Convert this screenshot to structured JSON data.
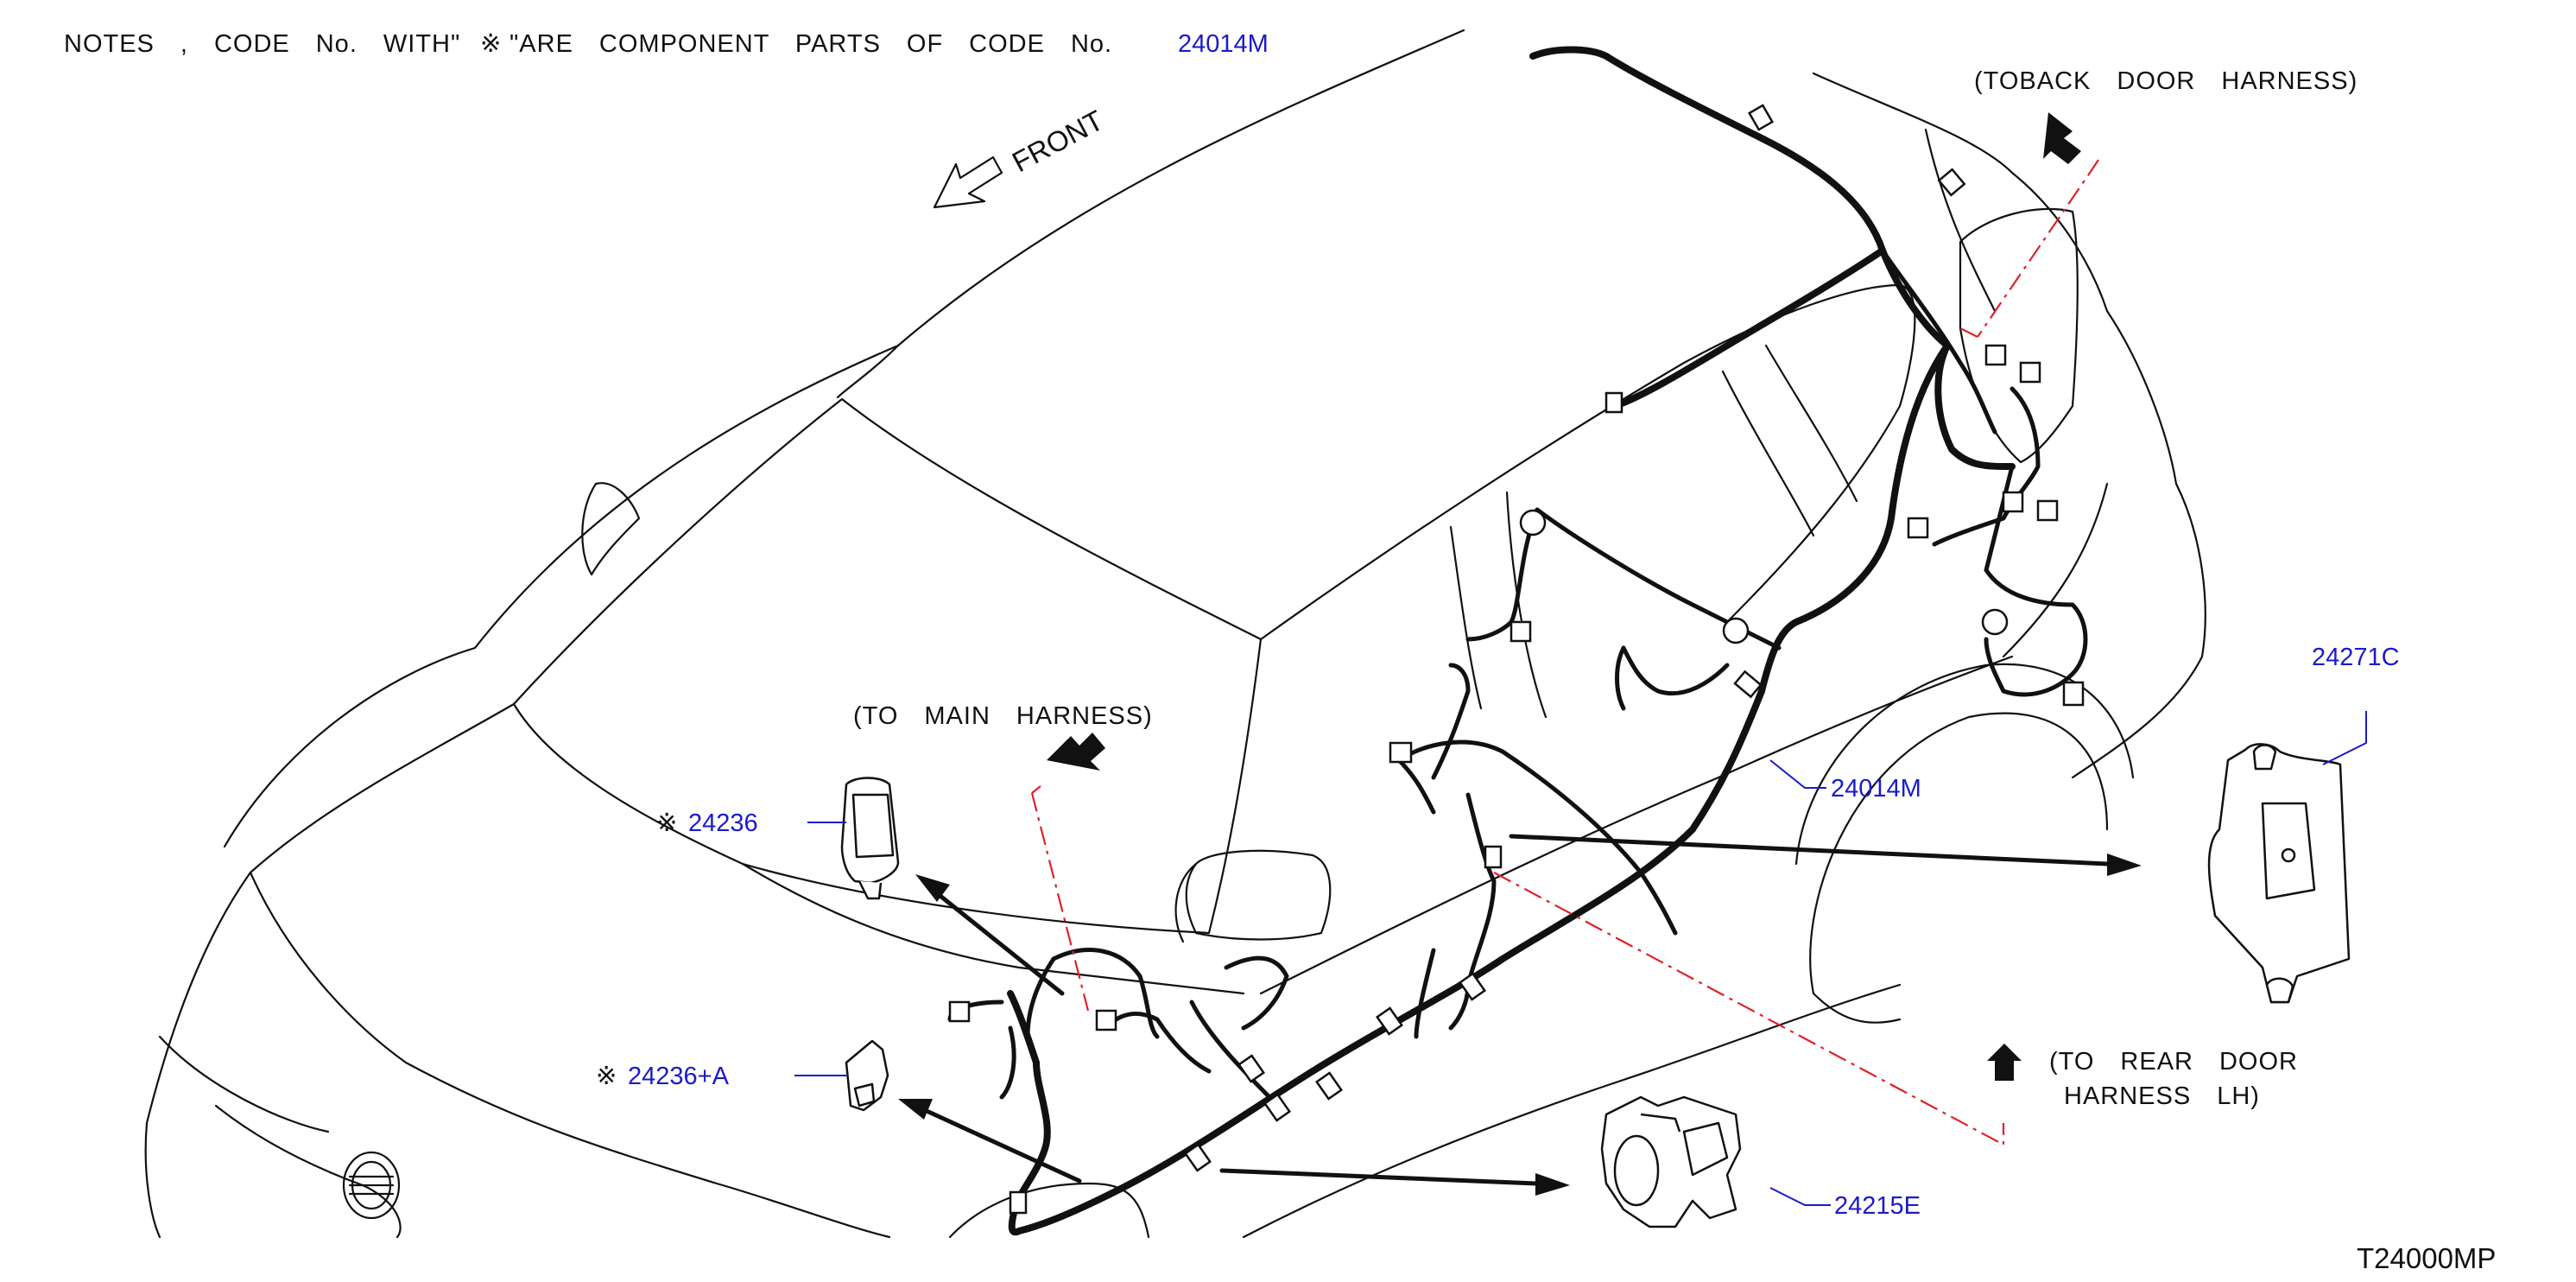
{
  "notes": {
    "prefix": "NOTES　,　CODE　No.　WITH\"",
    "asterisk_symbol": "※",
    "suffix": "\"ARE　COMPONENT　PARTS　OF　CODE　No.",
    "code": "24014M"
  },
  "direction": {
    "label": "FRONT"
  },
  "callouts": {
    "to_back_door": "(TOBACK　DOOR　HARNESS)",
    "to_main": "(TO　MAIN　HARNESS)",
    "to_rear_door_line1": "(TO　REAR　DOOR",
    "to_rear_door_line2": "HARNESS　LH)"
  },
  "parts": {
    "p24236": {
      "marker": "※",
      "code": "24236"
    },
    "p24236A": {
      "marker": "※",
      "code": "24236+A"
    },
    "p24014M": {
      "code": "24014M"
    },
    "p24271C": {
      "code": "24271C"
    },
    "p24215E": {
      "code": "24215E"
    }
  },
  "diagram_ref": "T24000MP",
  "colors": {
    "code_blue": "#1a1acc",
    "dash_red": "#e0202a",
    "line": "#111111"
  }
}
